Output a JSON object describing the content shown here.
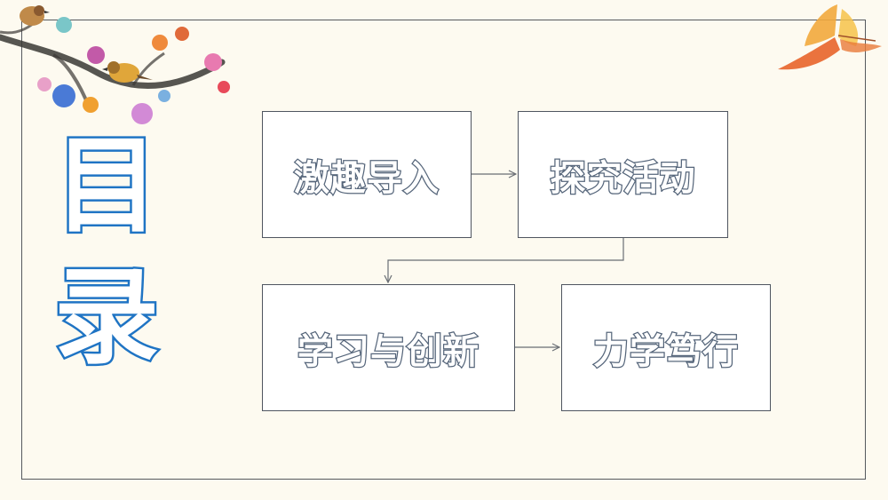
{
  "title": {
    "char1": "目",
    "char2": "录"
  },
  "steps": [
    {
      "label": "激趣导入"
    },
    {
      "label": "探究活动"
    },
    {
      "label": "学习与创新"
    },
    {
      "label": "力学笃行"
    }
  ],
  "colors": {
    "title": "#1f74c4",
    "box_text": "#55657a",
    "frame": "#55595e",
    "background": "#fdfaf0"
  },
  "decorations": {
    "top_left": "blossom-branch-with-birds",
    "top_right": "butterfly-icon"
  }
}
